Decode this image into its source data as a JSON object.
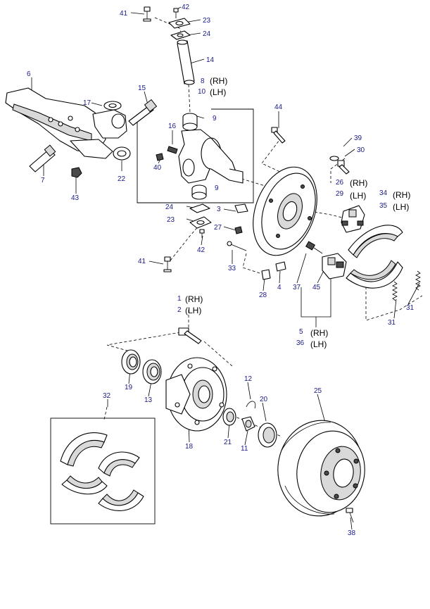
{
  "callouts": {
    "n1": "1",
    "n2": "2",
    "n3": "3",
    "n4": "4",
    "n5": "5",
    "n6": "6",
    "n7": "7",
    "n8": "8",
    "n9a": "9",
    "n9b": "9",
    "n10": "10",
    "n11": "11",
    "n12": "12",
    "n13": "13",
    "n14": "14",
    "n15": "15",
    "n16": "16",
    "n17": "17",
    "n18": "18",
    "n19": "19",
    "n20": "20",
    "n21": "21",
    "n22": "22",
    "n23a": "23",
    "n23b": "23",
    "n24a": "24",
    "n24b": "24",
    "n25": "25",
    "n26": "26",
    "n27": "27",
    "n28": "28",
    "n29": "29",
    "n30": "30",
    "n31a": "31",
    "n31b": "31",
    "n32": "32",
    "n33": "33",
    "n34": "34",
    "n35": "35",
    "n36": "36",
    "n37": "37",
    "n38": "38",
    "n39": "39",
    "n40": "40",
    "n41a": "41",
    "n41b": "41",
    "n42a": "42",
    "n42b": "42",
    "n43": "43",
    "n44": "44",
    "n45": "45"
  },
  "sides": {
    "rh_8": "(RH)",
    "lh_10": "(LH)",
    "rh_26": "(RH)",
    "lh_29": "(LH)",
    "rh_34": "(RH)",
    "lh_35": "(LH)",
    "rh_1": "(RH)",
    "lh_2": "(LH)",
    "rh_5": "(RH)",
    "lh_36": "(LH)"
  }
}
